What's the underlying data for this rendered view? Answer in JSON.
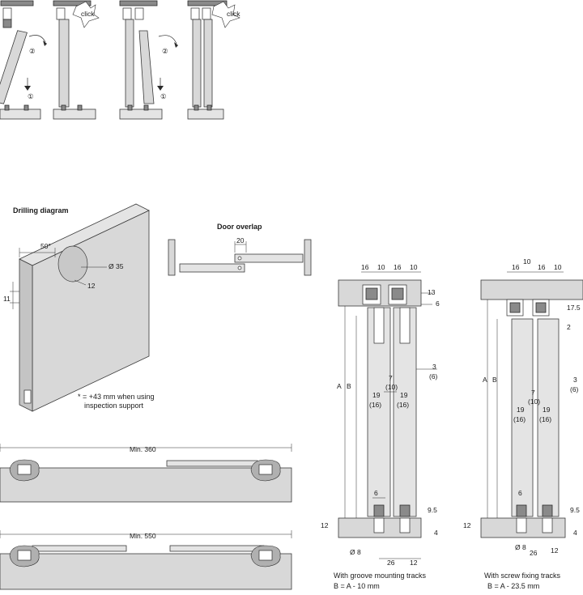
{
  "step_labels": {
    "click_a": "click",
    "click_b": "click",
    "step1_a": "①",
    "step2_a": "②",
    "step1_b": "①",
    "step2_b": "②"
  },
  "drilling": {
    "title": "Drilling diagram",
    "angle": "50°",
    "diameter": "Ø 35",
    "depth": "12",
    "edge": "11",
    "note_line1": "* = +43 mm when using",
    "note_line2": "inspection support"
  },
  "overlap": {
    "title": "Door overlap",
    "value": "20"
  },
  "min_widths": {
    "top": "Min. 360",
    "bottom": "Min. 550"
  },
  "groove": {
    "top_dims": [
      "16",
      "10",
      "16",
      "10"
    ],
    "dim_13": "13",
    "dim_6": "6",
    "label_A": "A",
    "label_B": "B",
    "dim_3": "3",
    "dim_3b": "(6)",
    "dim_7": "7",
    "dim_7b": "(10)",
    "dim_19a": "19",
    "dim_19a_b": "(16)",
    "dim_19b": "19",
    "dim_19b_b": "(16)",
    "dim_6b": "6",
    "dim_95": "9.5",
    "dim_12": "12",
    "dim_4": "4",
    "dim_d8": "Ø 8",
    "dim_26": "26",
    "dim_12b": "12",
    "caption": "With groove mounting tracks",
    "formula": "B = A - 10 mm"
  },
  "screw": {
    "top_dims": [
      "16",
      "10",
      "16",
      "10"
    ],
    "dim_175": "17.5",
    "dim_2": "2",
    "label_A": "A",
    "label_B": "B",
    "dim_3": "3",
    "dim_3b": "(6)",
    "dim_7": "7",
    "dim_7b": "(10)",
    "dim_19a": "19",
    "dim_19a_b": "(16)",
    "dim_19b": "19",
    "dim_19b_b": "(16)",
    "dim_6b": "6",
    "dim_95": "9.5",
    "dim_12": "12",
    "dim_4": "4",
    "dim_d8": "Ø 8",
    "dim_26": "26",
    "dim_12b": "12",
    "caption": "With screw fixing tracks",
    "formula": "B = A - 23.5 mm"
  }
}
